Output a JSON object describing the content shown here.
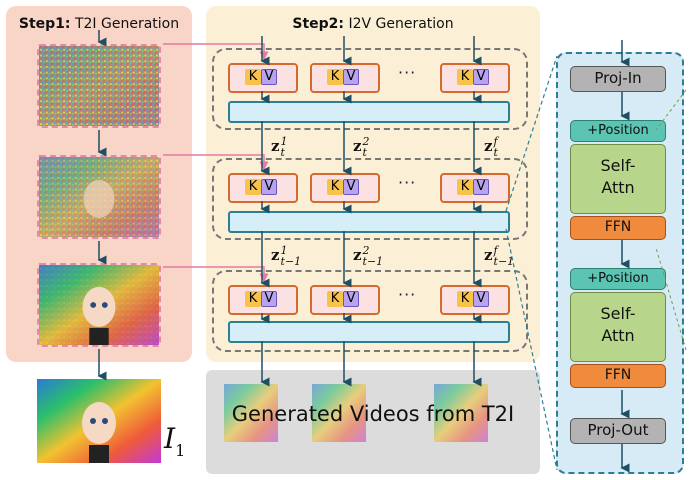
{
  "step1": {
    "label_bold": "Step1:",
    "label_rest": "T2I Generation"
  },
  "step2": {
    "label_bold": "Step2:",
    "label_rest": "I2V Generation"
  },
  "kv": {
    "k": "K",
    "v": "V",
    "ellipsis": "···"
  },
  "z_labels": {
    "row1": {
      "z": "z",
      "sub": "t",
      "sup": [
        "1",
        "2",
        "f"
      ]
    },
    "row2": {
      "z": "z",
      "sub": "t−1",
      "sup": [
        "1",
        "2",
        "f"
      ]
    }
  },
  "output_image_label": {
    "main": "I",
    "sub": "1"
  },
  "videos": {
    "label": "Generated Videos from T2I"
  },
  "transformer": {
    "proj_in": "Proj-In",
    "position1": "+Position",
    "self_attn1": [
      "Self-",
      "Attn"
    ],
    "ffn1": "FFN",
    "position2": "+Position",
    "self_attn2": [
      "Self-",
      "Attn"
    ],
    "ffn2": "FFN",
    "proj_out": "Proj-Out"
  },
  "colors": {
    "step1_bg": "#f9d5c8",
    "step2_bg": "#fbf0d6",
    "pink_arrow": "#e47aa3",
    "teal": "#2c7f93",
    "kv_border": "#d36a2e",
    "key": "#f8c34a",
    "value": "#b7a3ee",
    "attn": "#b7d68c",
    "ffn": "#f08a3c",
    "position": "#5cc4b3"
  }
}
